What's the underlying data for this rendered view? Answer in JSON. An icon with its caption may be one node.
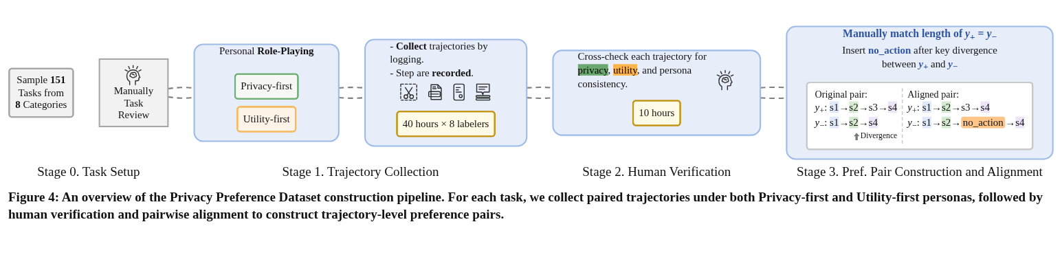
{
  "diagram": {
    "caption": "Figure 4: An overview of the Privacy Preference Dataset construction pipeline. For each task, we collect paired trajectories under both Privacy-first and Utility-first personas, followed by human verification and pairwise alignment to construct trajectory-level preference pairs.",
    "nodes": [
      {
        "text": [
          "Sample **151** Tasks from **8** Categories"
        ]
      },
      {
        "text": [
          "Manually Task Review"
        ]
      },
      {
        "text": [
          "Personal **Role-Playing**"
        ]
      },
      {
        "text": [
          "Privacy-first"
        ],
        "in": 2
      },
      {
        "text": [
          "Utility-first"
        ],
        "in": 2
      },
      {
        "text": [
          "- **Collect** trajectories by logging.",
          "- Step are **recorded**."
        ]
      },
      {
        "text": [
          "40 hours × 8 labelers"
        ],
        "in": 5
      },
      {
        "text": [
          "Cross-check each trajectory for privacy, utility, and persona consistency."
        ]
      },
      {
        "text": [
          "10 hours"
        ],
        "in": 7
      },
      {
        "text": [
          "Manually match length of *y*$_{+}$ = *y*$_{−}$",
          "Insert **no_action** after key divergence between *y*$_{+}$ and *y*$_{−}$"
        ]
      },
      {
        "text": [
          "Original pair:",
          "*y*$_{+}$: s1→s2→s3→s4",
          "*y*$_{−}$: s1→s2→s4",
          "Divergence",
          "Aligned pair:",
          "*y*$_{+}$: s1→s2→s3→s4",
          "*y*$_{−}$: s1→s2→no_action→s4"
        ],
        "in": 9
      }
    ],
    "edges": [
      {
        "from": 1,
        "to": 2,
        "arrow": "none",
        "style": "dashed"
      },
      {
        "from": 1,
        "to": 2,
        "arrow": "none",
        "style": "dashed"
      },
      {
        "from": 2,
        "to": 5,
        "arrow": "none",
        "style": "dashed"
      },
      {
        "from": 2,
        "to": 5,
        "arrow": "none",
        "style": "dashed"
      },
      {
        "from": 5,
        "to": 7,
        "arrow": "none",
        "style": "dashed"
      },
      {
        "from": 5,
        "to": 7,
        "arrow": "none",
        "style": "dashed"
      },
      {
        "from": 7,
        "to": 9,
        "arrow": "none",
        "style": "dashed"
      },
      {
        "from": 7,
        "to": 9,
        "arrow": "none",
        "style": "dashed"
      }
    ],
    "labels": [
      "Stage 0. Task Setup",
      "Stage 1. Trajectory Collection",
      "Stage 2. Human Verification",
      "Stage 3. Pref. Pair Construction and Alignment"
    ]
  }
}
